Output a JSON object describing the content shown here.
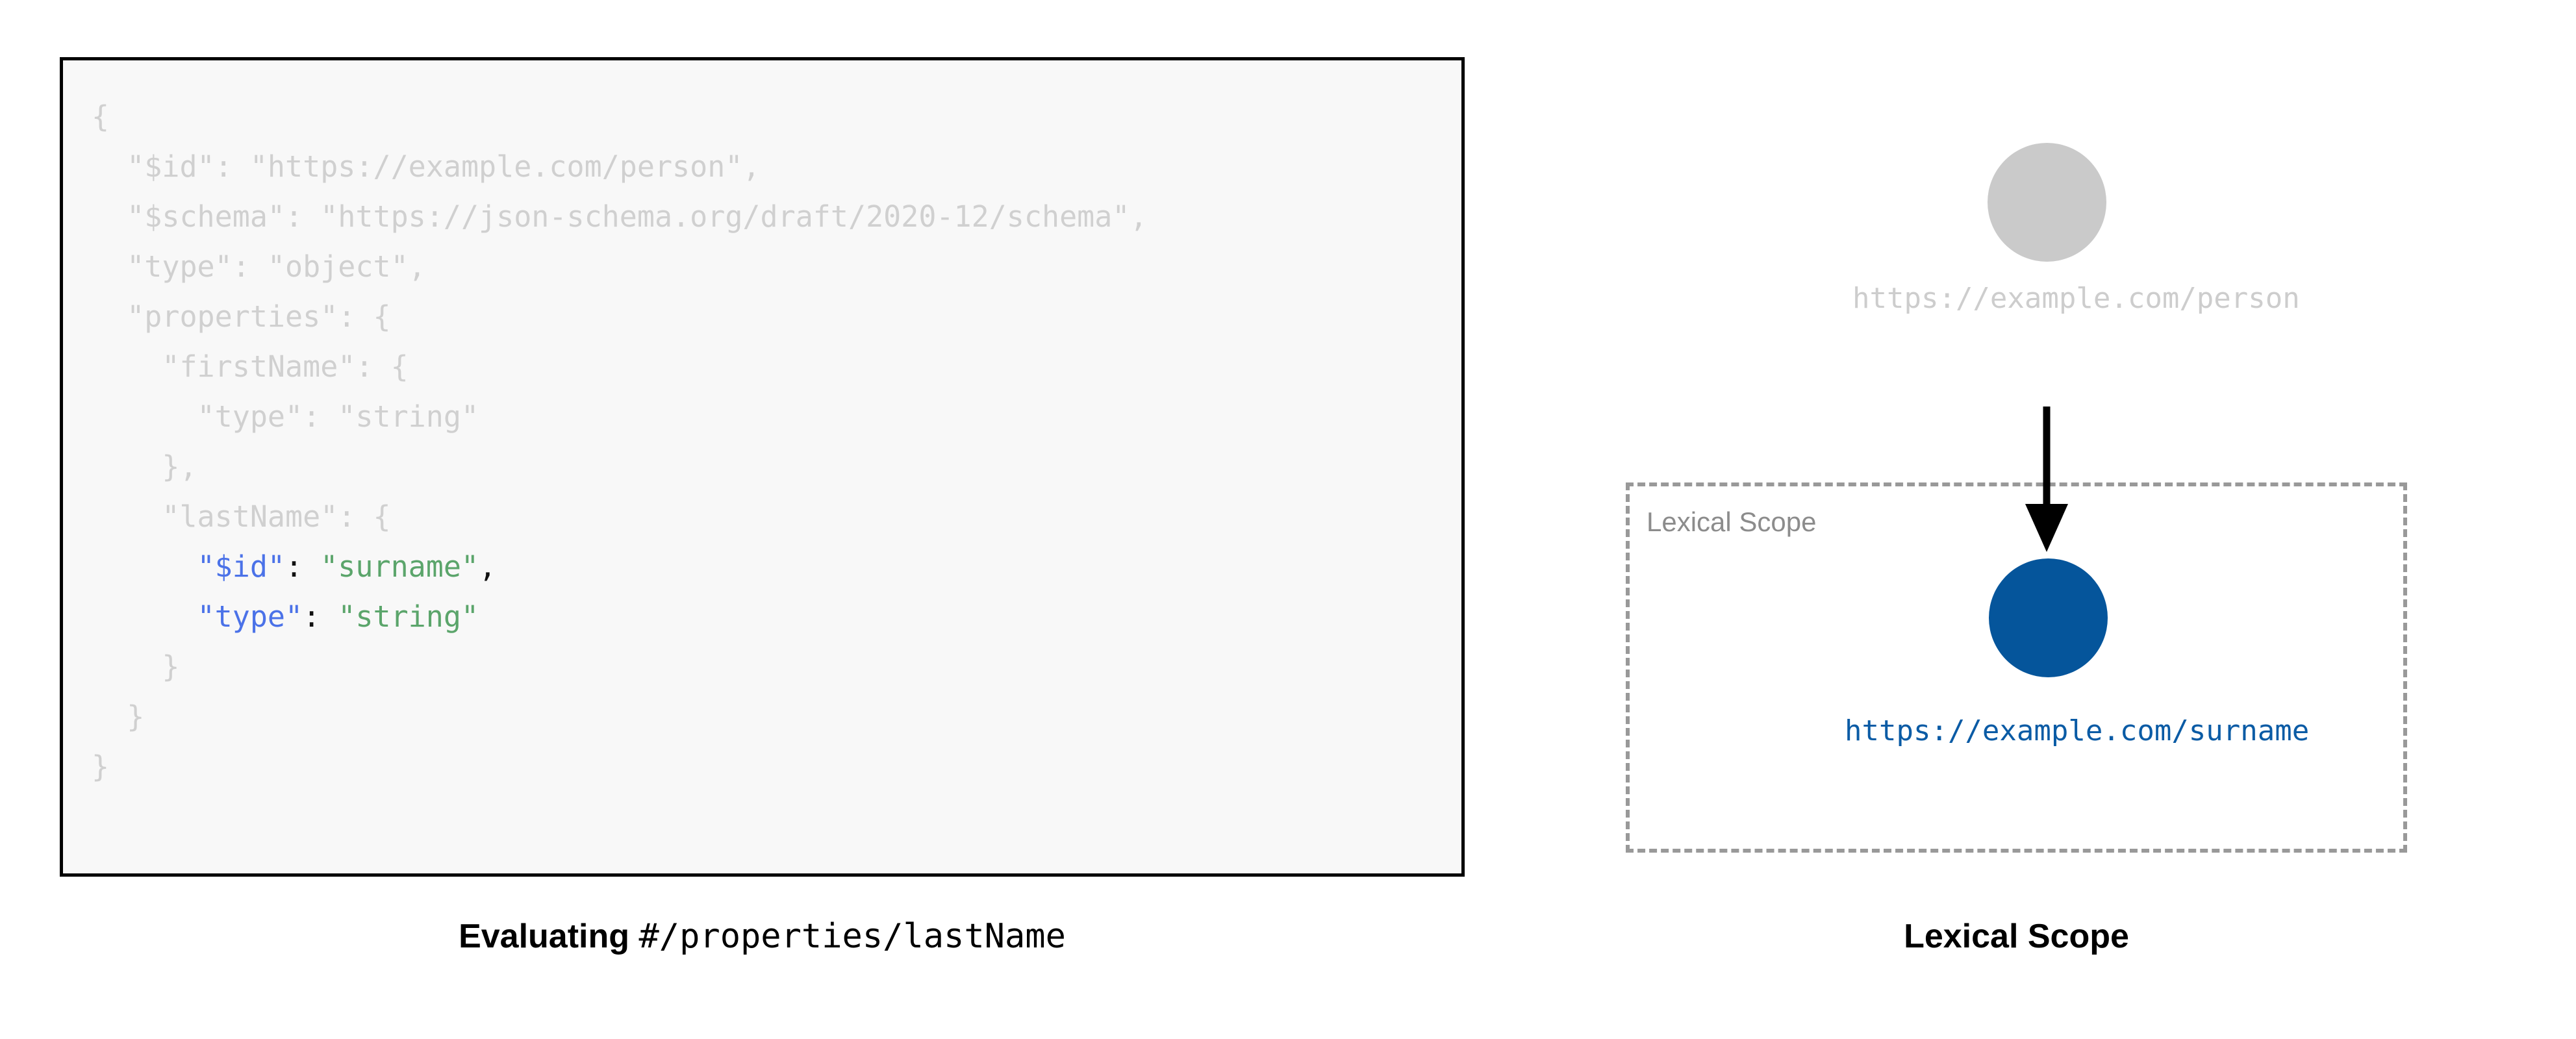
{
  "code_panel": {
    "lines": [
      {
        "indent": 0,
        "tokens": [
          {
            "text": "{",
            "style": "dim"
          }
        ]
      },
      {
        "indent": 1,
        "tokens": [
          {
            "text": "\"$id\": \"https://example.com/person\",",
            "style": "dim"
          }
        ]
      },
      {
        "indent": 1,
        "tokens": [
          {
            "text": "\"$schema\": \"https://json-schema.org/draft/2020-12/schema\",",
            "style": "dim"
          }
        ]
      },
      {
        "indent": 1,
        "tokens": [
          {
            "text": "\"type\": \"object\",",
            "style": "dim"
          }
        ]
      },
      {
        "indent": 1,
        "tokens": [
          {
            "text": "\"properties\": {",
            "style": "dim"
          }
        ]
      },
      {
        "indent": 2,
        "tokens": [
          {
            "text": "\"firstName\": {",
            "style": "dim"
          }
        ]
      },
      {
        "indent": 3,
        "tokens": [
          {
            "text": "\"type\": \"string\"",
            "style": "dim"
          }
        ]
      },
      {
        "indent": 2,
        "tokens": [
          {
            "text": "},",
            "style": "dim"
          }
        ]
      },
      {
        "indent": 2,
        "tokens": [
          {
            "text": "\"lastName\": {",
            "style": "dim"
          }
        ]
      },
      {
        "indent": 3,
        "tokens": [
          {
            "text": "\"$id\"",
            "style": "key"
          },
          {
            "text": ": ",
            "style": "punct"
          },
          {
            "text": "\"surname\"",
            "style": "str"
          },
          {
            "text": ",",
            "style": "punct"
          }
        ]
      },
      {
        "indent": 3,
        "tokens": [
          {
            "text": "\"type\"",
            "style": "key"
          },
          {
            "text": ": ",
            "style": "punct"
          },
          {
            "text": "\"string\"",
            "style": "str"
          }
        ]
      },
      {
        "indent": 2,
        "tokens": [
          {
            "text": "}",
            "style": "dim"
          }
        ]
      },
      {
        "indent": 1,
        "tokens": [
          {
            "text": "}",
            "style": "dim"
          }
        ]
      },
      {
        "indent": 0,
        "tokens": [
          {
            "text": "}",
            "style": "dim"
          }
        ]
      }
    ],
    "caption_bold": "Evaluating",
    "caption_mono": "#/properties/lastName"
  },
  "scope_diagram": {
    "outer_node_label": "https://example.com/person",
    "inner_node_label": "https://example.com/surname",
    "scope_box_title": "Lexical Scope",
    "caption": "Lexical Scope",
    "colors": {
      "outer_node": "#cacaca",
      "inner_node": "#05559b",
      "inner_label": "#0a5ba5",
      "outer_label": "#cdcdcd",
      "scope_border": "#999999",
      "scope_title": "#8c8c8c",
      "arrow": "#000000"
    }
  },
  "code_colors": {
    "dim": "#d0d0d0",
    "key": "#4b72e8",
    "string": "#5ba56b",
    "punct": "#111111",
    "panel_background": "#f8f8f8",
    "panel_border": "#000000"
  }
}
